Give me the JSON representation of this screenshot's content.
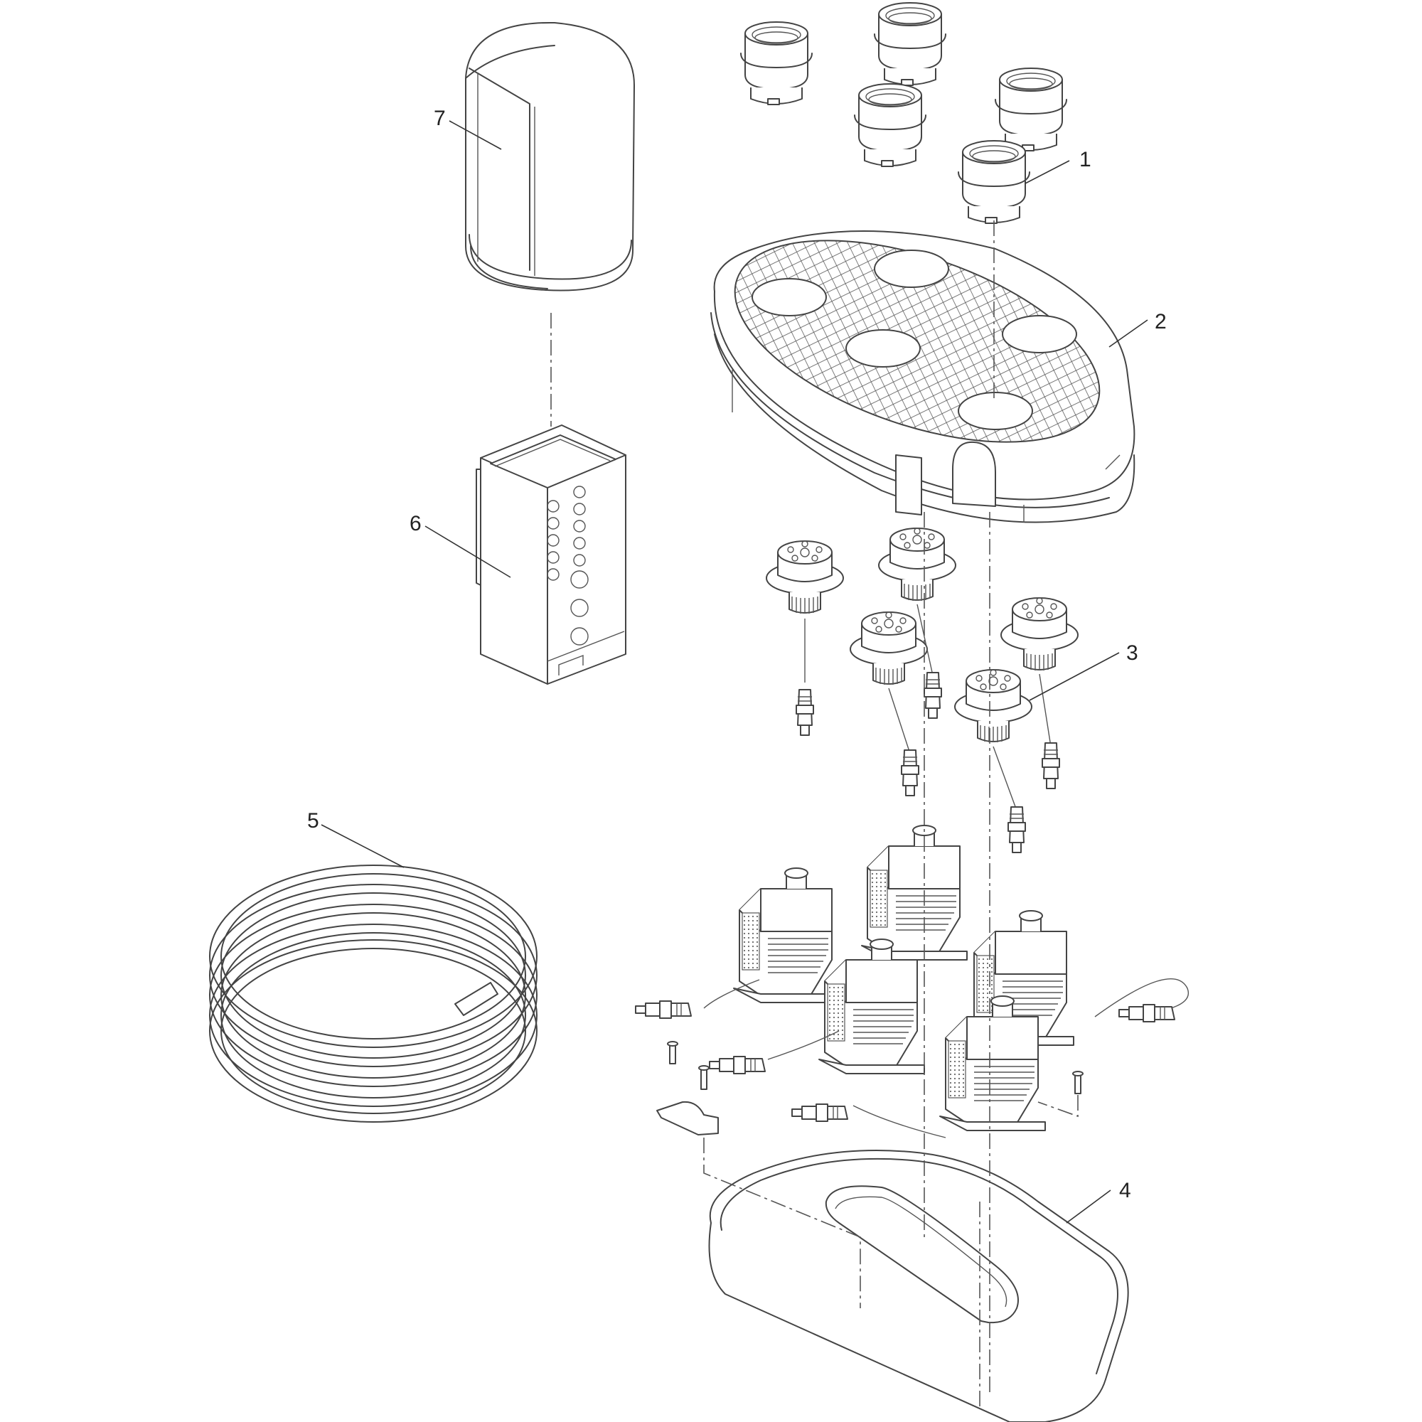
{
  "diagram": {
    "callouts": [
      {
        "id": "part-1",
        "label": "1"
      },
      {
        "id": "part-2",
        "label": "2"
      },
      {
        "id": "part-3",
        "label": "3"
      },
      {
        "id": "part-4",
        "label": "4"
      },
      {
        "id": "part-5",
        "label": "5"
      },
      {
        "id": "part-6",
        "label": "6"
      },
      {
        "id": "part-7",
        "label": "7"
      }
    ],
    "colors": {
      "line": "#444444",
      "background": "#ffffff",
      "mesh": "#555555"
    }
  }
}
